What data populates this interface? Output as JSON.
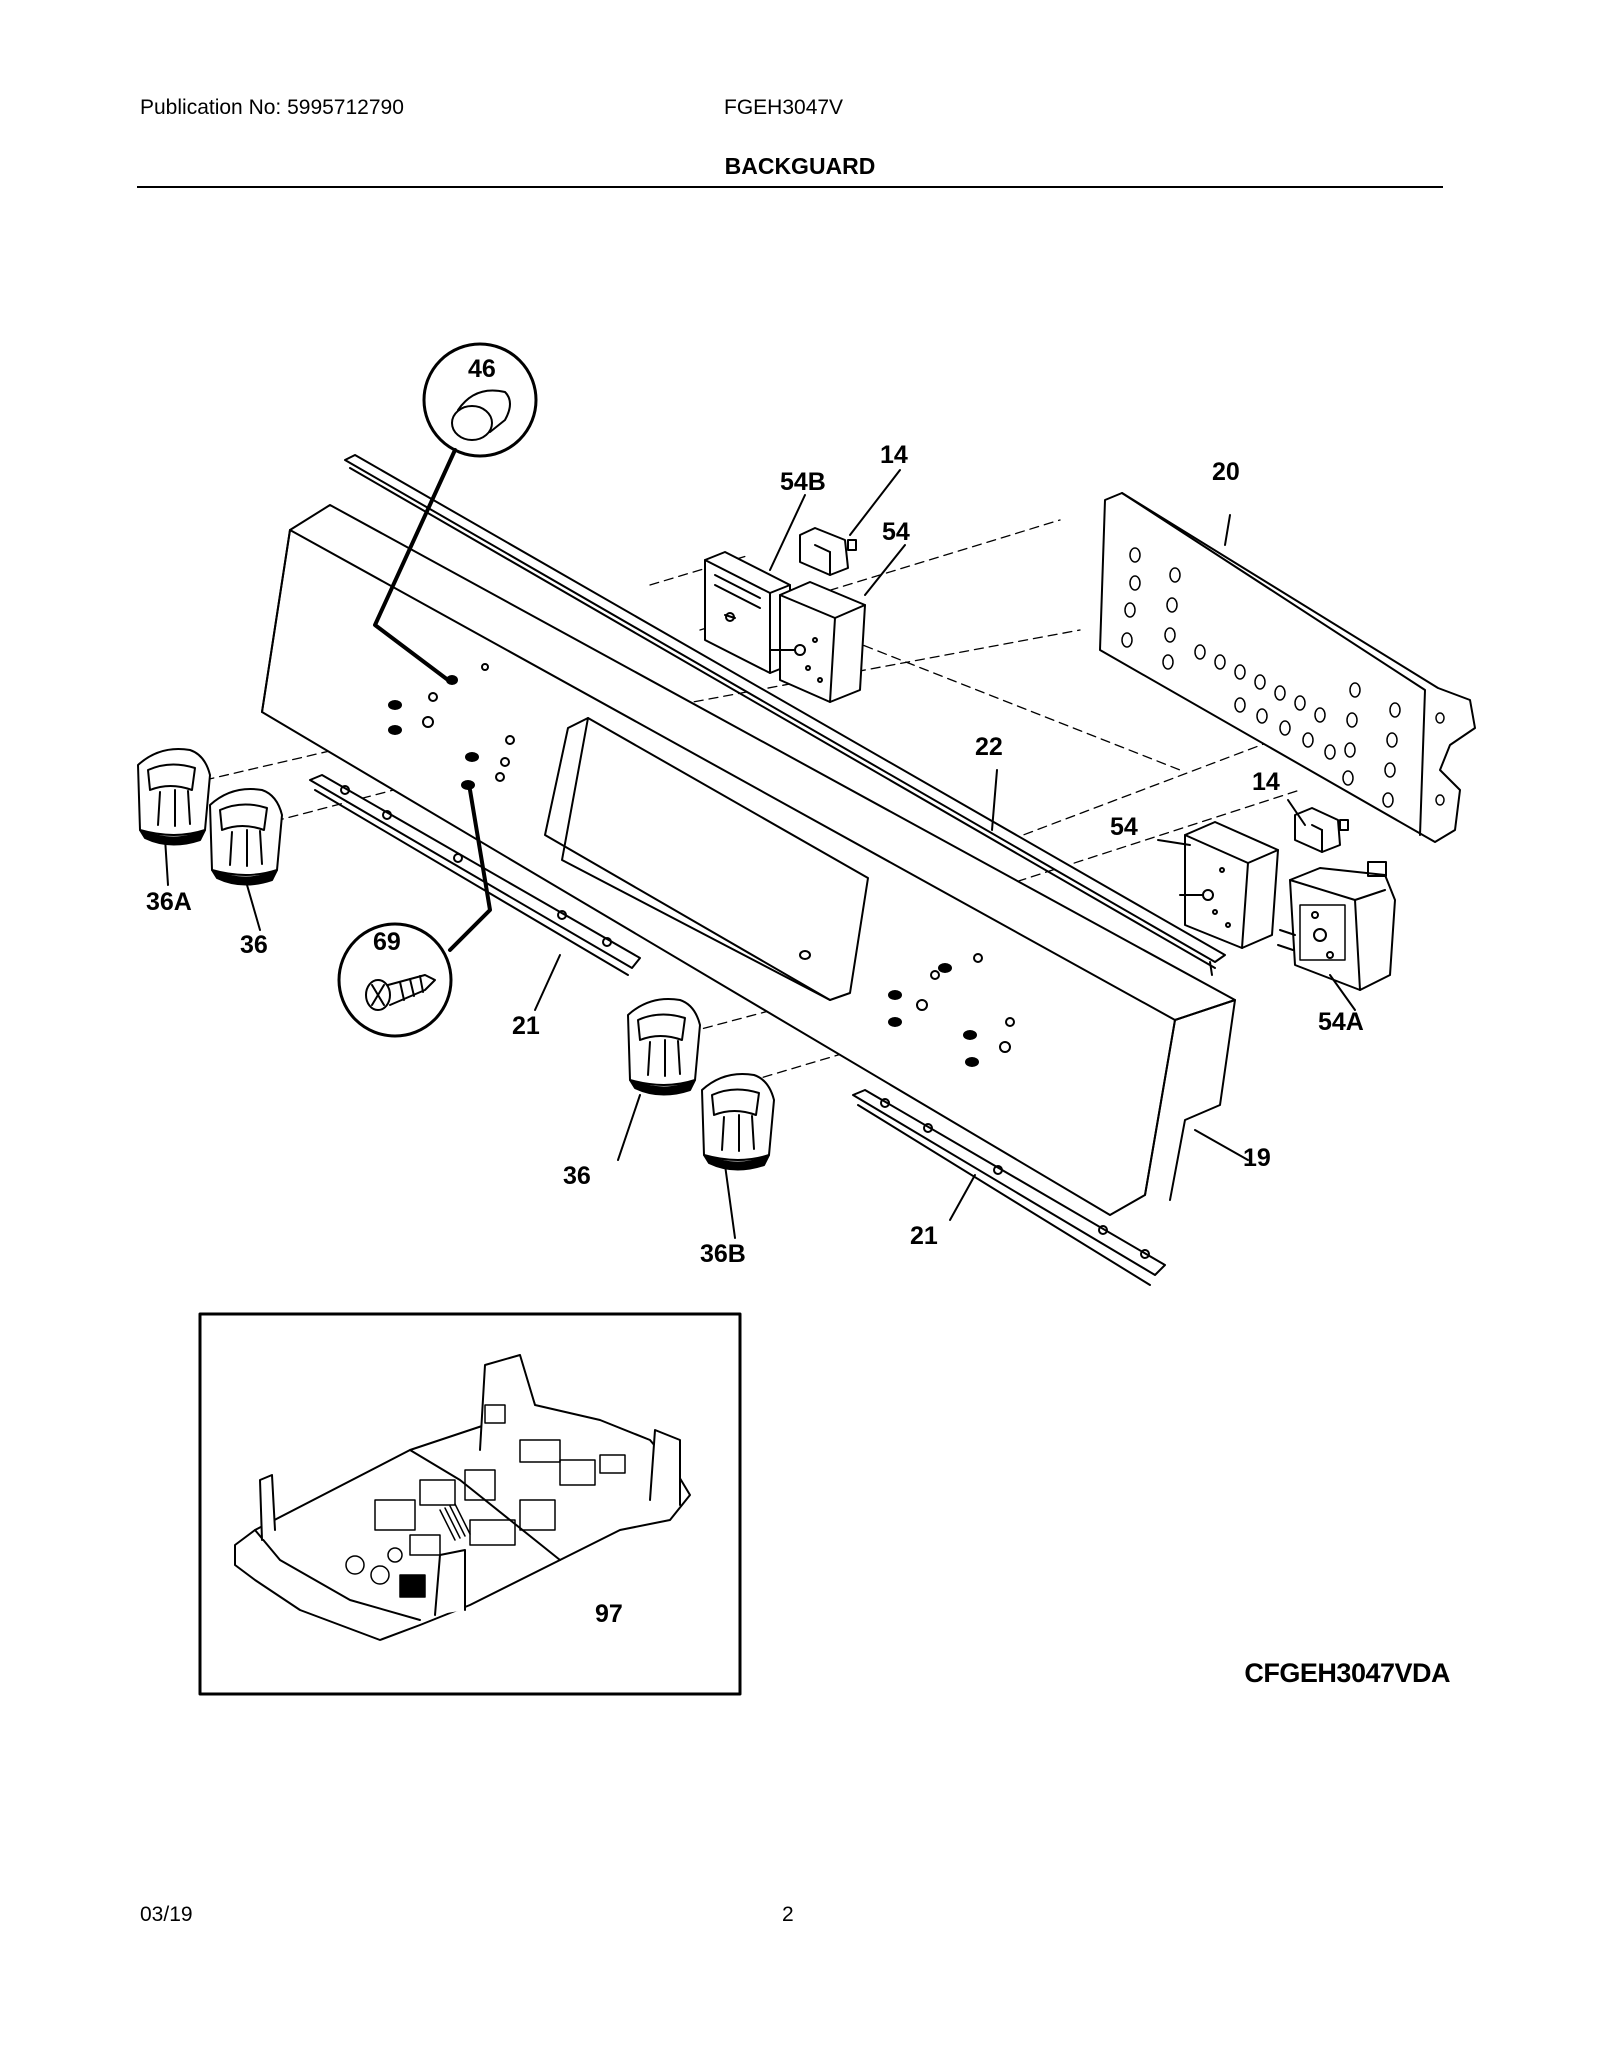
{
  "header": {
    "publication": "Publication No: 5995712790",
    "model": "FGEH3047V",
    "section_title": "BACKGUARD"
  },
  "callouts": {
    "c46": "46",
    "c14a": "14",
    "c54b": "54B",
    "c54a_top": "54",
    "c20": "20",
    "c22": "22",
    "c14b": "14",
    "c54_right": "54",
    "c54a": "54A",
    "c36a": "36A",
    "c36_left": "36",
    "c69": "69",
    "c21_left": "21",
    "c36_mid": "36",
    "c36b": "36B",
    "c21_right": "21",
    "c19": "19",
    "c97": "97"
  },
  "drawing_id": "CFGEH3047VDA",
  "footer": {
    "date": "03/19",
    "page": "2"
  }
}
